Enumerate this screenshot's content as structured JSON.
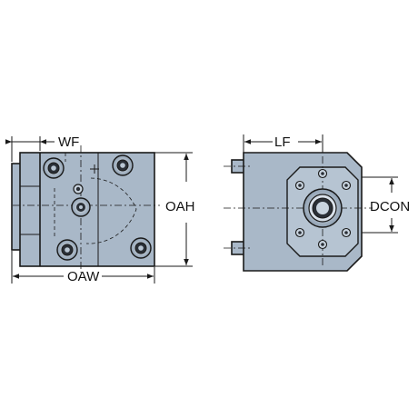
{
  "dimensions": {
    "wf": "WF",
    "oah": "OAH",
    "oaw": "OAW",
    "lf": "LF",
    "dcon": "DCON"
  },
  "colors": {
    "body": "#a9b8c8",
    "line": "#1a1a1a",
    "background": "#ffffff"
  }
}
